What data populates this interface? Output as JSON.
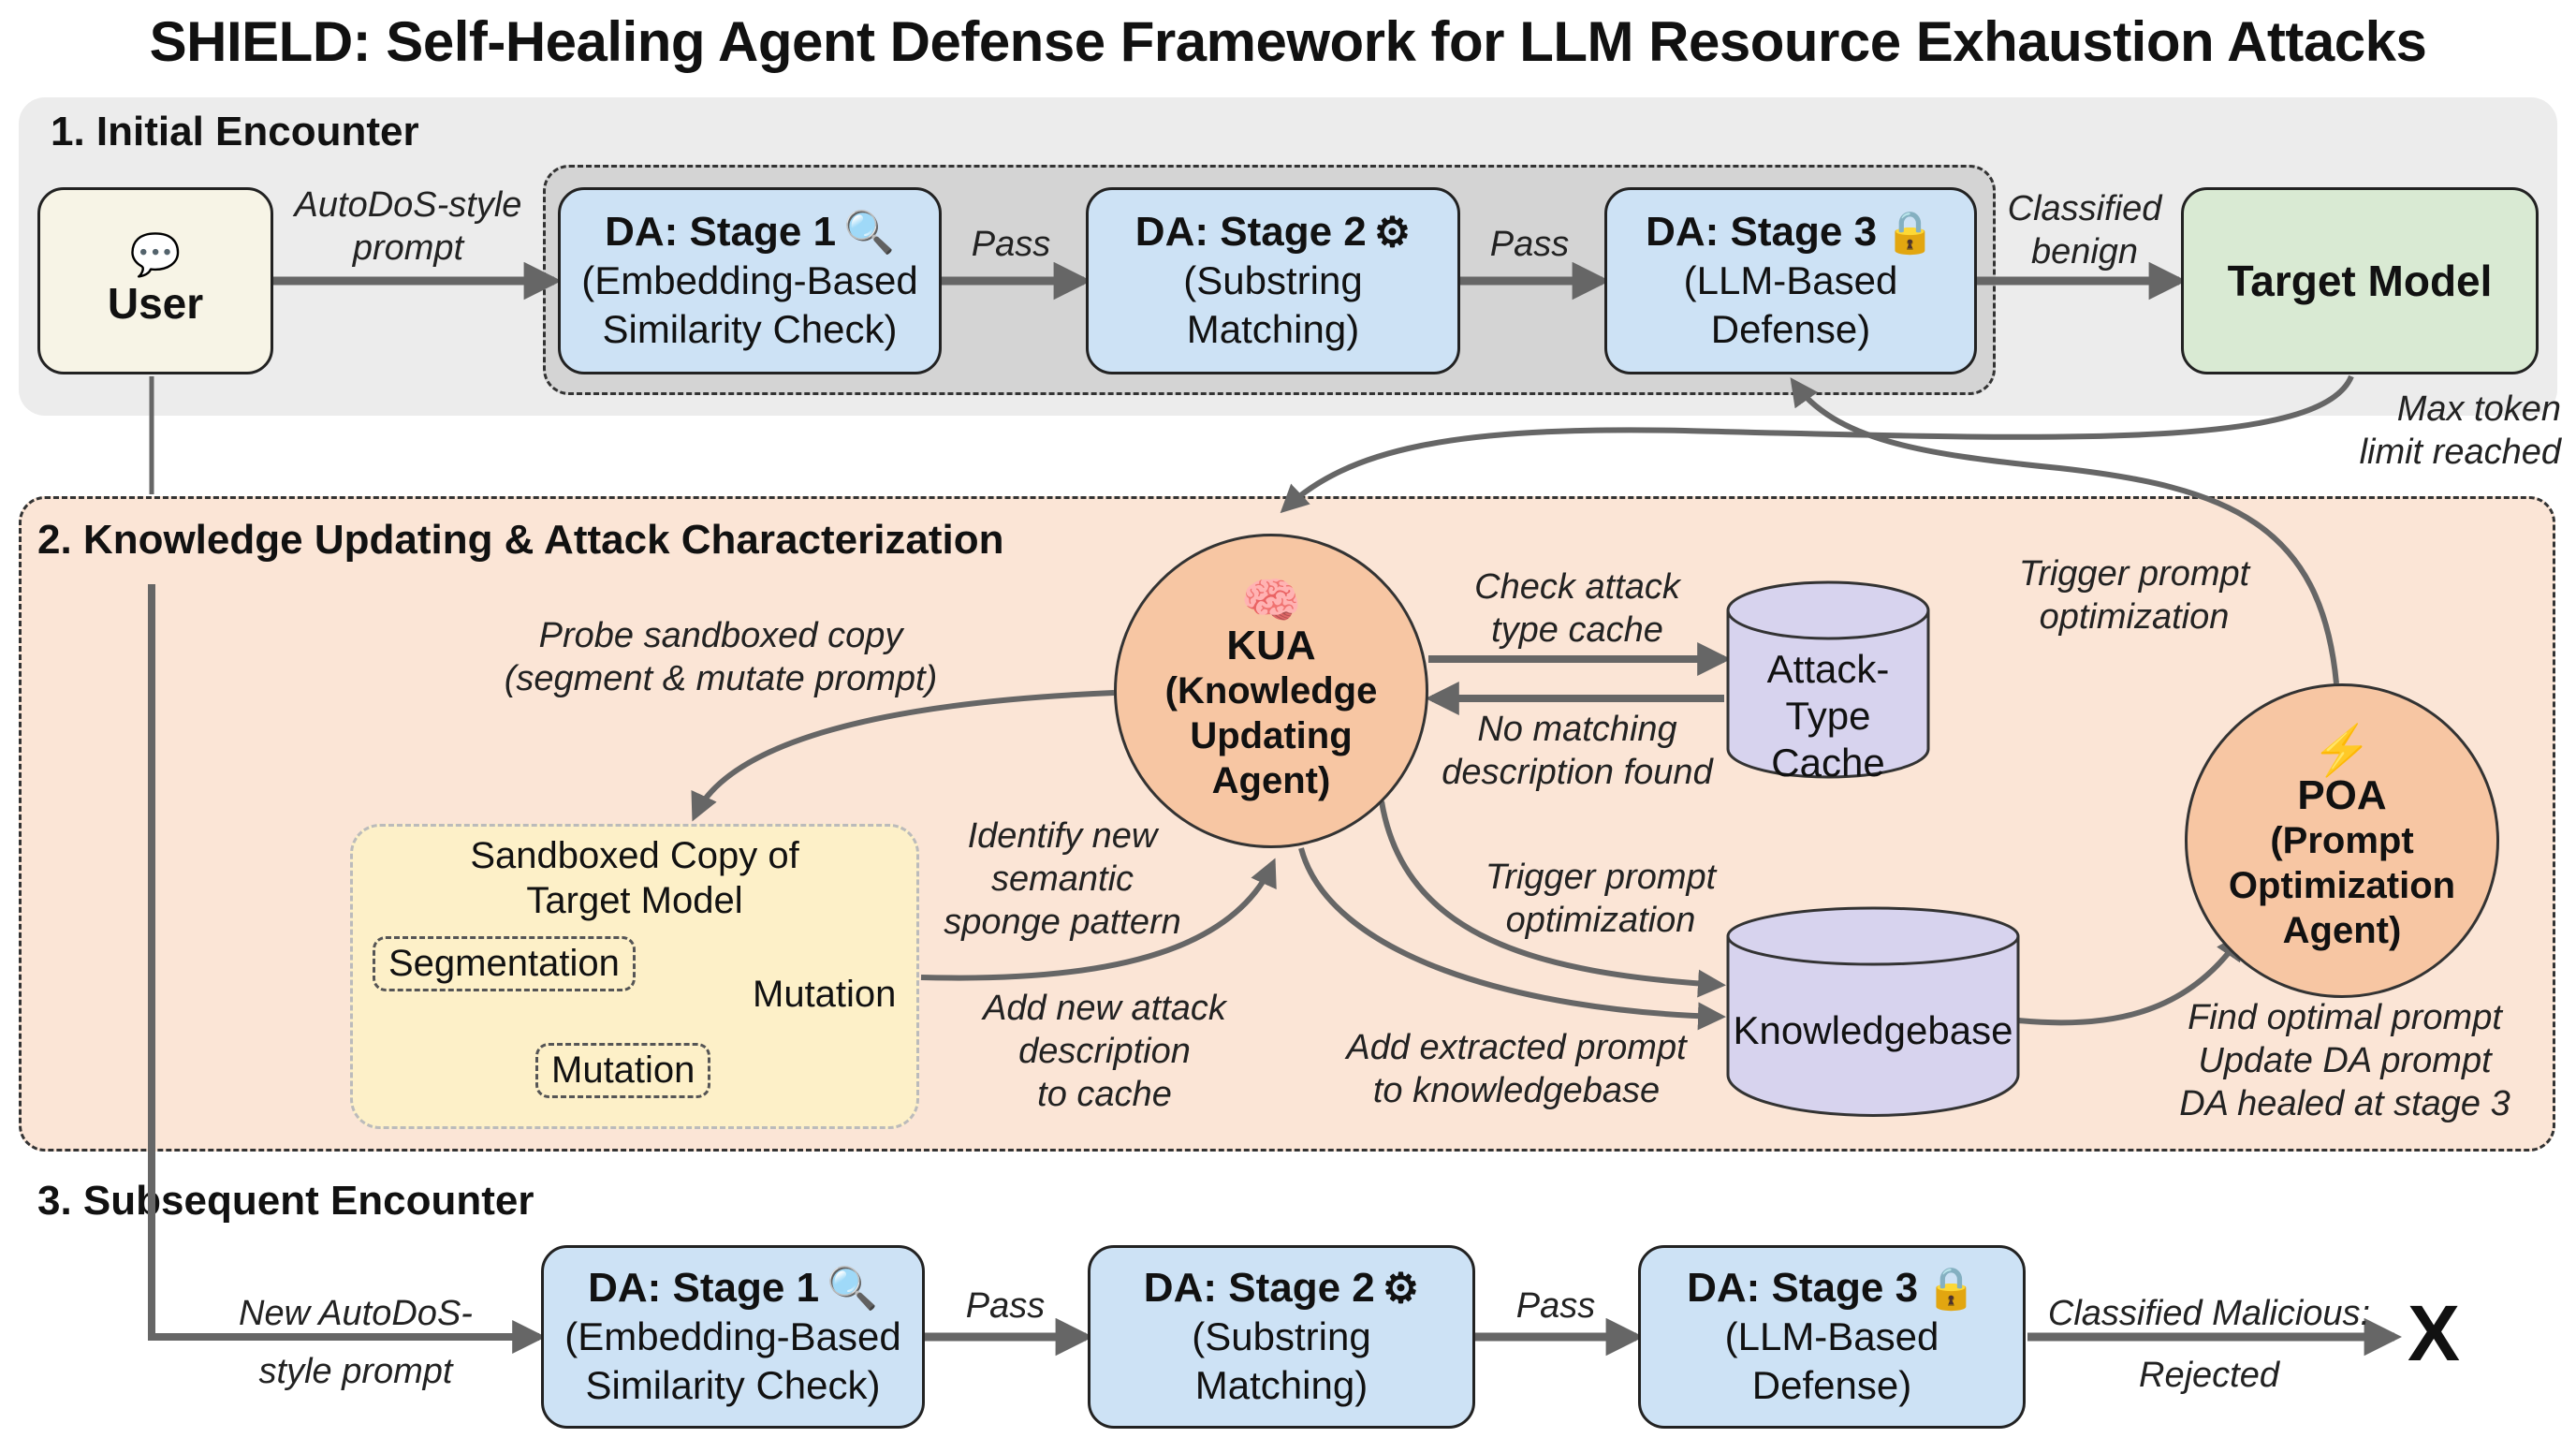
{
  "title": "SHIELD: Self-Healing Agent Defense Framework for LLM Resource Exhaustion Attacks",
  "sections": {
    "initial": "1. Initial Encounter",
    "knowledge": "2. Knowledge Updating & Attack Characterization",
    "subsequent": "3. Subsequent Encounter"
  },
  "user": {
    "label": "User",
    "icon": "chat-bubble-icon"
  },
  "target_model": "Target Model",
  "stages": [
    {
      "header": "DA: Stage 1",
      "sub1": "(Embedding-Based",
      "sub2": "Similarity Check)",
      "icon": "search-icon"
    },
    {
      "header": "DA: Stage 2",
      "sub1": "(Substring",
      "sub2": "Matching)",
      "icon": "gear-icon"
    },
    {
      "header": "DA: Stage 3",
      "sub1": "(LLM-Based",
      "sub2": "Defense)",
      "icon": "lock-icon"
    }
  ],
  "edge_labels": {
    "autodos_1": "AutoDoS-style",
    "autodos_2": "prompt",
    "pass": "Pass",
    "benign_1": "Classified",
    "benign_2": "benign",
    "max_token_1": "Max token",
    "max_token_2": "limit reached",
    "probe_1": "Probe sandboxed copy",
    "probe_2": "(segment & mutate prompt)",
    "check_cache_1": "Check attack",
    "check_cache_2": "type cache",
    "no_match_1": "No matching",
    "no_match_2": "description found",
    "trigger_top_1": "Trigger prompt",
    "trigger_top_2": "optimization",
    "identify_1": "Identify new",
    "identify_2": "semantic",
    "identify_3": "sponge pattern",
    "add_attack_1": "Add new attack",
    "add_attack_2": "description",
    "add_attack_3": "to cache",
    "trigger_mid_1": "Trigger prompt",
    "trigger_mid_2": "optimization",
    "add_extracted_1": "Add extracted prompt",
    "add_extracted_2": "to knowledgebase",
    "poa_out_1": "Find optimal prompt",
    "poa_out_2": "Update DA prompt",
    "poa_out_3": "DA healed at stage 3",
    "new_autodos_1": "New AutoDoS-",
    "new_autodos_2": "style prompt",
    "malicious_1": "Classified Malicious:",
    "malicious_2": "Rejected"
  },
  "kua": {
    "l1": "KUA",
    "l2": "(Knowledge",
    "l3": "Updating",
    "l4": "Agent)",
    "icon": "brain-icon"
  },
  "poa": {
    "l1": "POA",
    "l2": "(Prompt",
    "l3": "Optimization",
    "l4": "Agent)",
    "icon": "lightning-icon"
  },
  "cache": {
    "l1": "Attack-Type",
    "l2": "Cache"
  },
  "knowledgebase": "Knowledgebase",
  "sandbox": {
    "title_1": "Sandboxed Copy of",
    "title_2": "Target Model",
    "segmentation": "Segmentation",
    "mutation_a": "Mutation",
    "mutation_b": "Mutation"
  },
  "rejected_mark": "X",
  "colors": {
    "stage_fill": "#cde2f5",
    "user_fill": "#f7f4e6",
    "target_fill": "#d9ead3",
    "agent_fill": "#f7c6a3",
    "db_fill": "#d7d3ee",
    "panel2_fill": "#fbe5d6",
    "sandbox_fill": "#fdf0c8",
    "arrow": "#666666"
  }
}
